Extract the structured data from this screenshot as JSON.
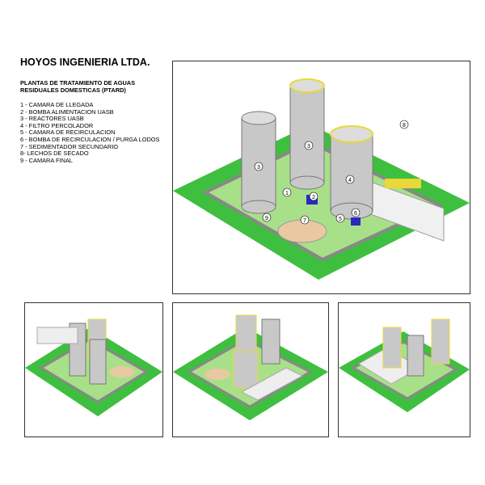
{
  "company": "HOYOS INGENIERIA LTDA.",
  "subtitle_line1": "PLANTAS DE TRATAMIENTO DE AGUAS",
  "subtitle_line2": "RESIDUALES DOMESTICAS (PTARD)",
  "legend": [
    "1 - CAMARA DE LLEGADA",
    "2 - BOMBA ALIMENTACION UASB",
    "3 - REACTORES UASB",
    "4 - FILTRO PERCOLADOR",
    "5 - CAMARA DE RECIRCULACION",
    "6 - BOMBA DE RECIRCULACION / PURGA LODOS",
    "7 - SEDIMENTADOR SECUNDARIO",
    "8- LECHOS DE SECADO",
    "9 - CAMARA FINAL"
  ],
  "labels": [
    "1",
    "2",
    "3",
    "3",
    "4",
    "5",
    "6",
    "7",
    "8",
    "9"
  ],
  "colors": {
    "grass": "#3fbf3f",
    "wall": "#9a9a9a",
    "tank": "#c8c8c8",
    "rail": "#e8d83a",
    "pump": "#2a2ac0"
  }
}
